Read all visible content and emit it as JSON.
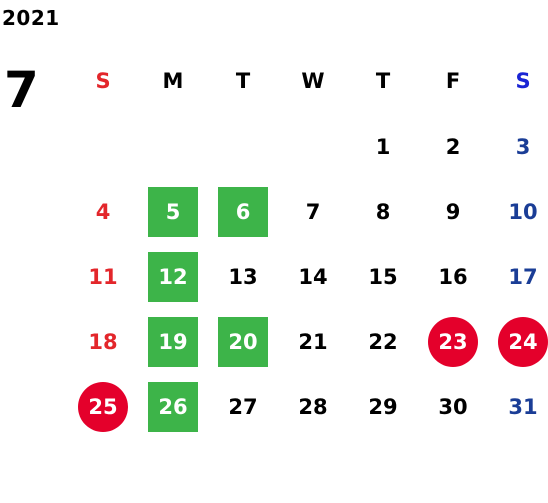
{
  "calendar": {
    "year": "2021",
    "month": "7",
    "weekdays": [
      "S",
      "M",
      "T",
      "W",
      "T",
      "F",
      "S"
    ],
    "colors": {
      "sunday": "#e3262b",
      "saturday": "#1a3d96",
      "saturday_header": "#1a24d4",
      "weekday": "#000000",
      "green_highlight": "#3db449",
      "red_holiday": "#e4002b",
      "highlight_text": "#ffffff"
    },
    "weeks": [
      [
        {
          "day": ""
        },
        {
          "day": ""
        },
        {
          "day": ""
        },
        {
          "day": ""
        },
        {
          "day": "1"
        },
        {
          "day": "2"
        },
        {
          "day": "3"
        }
      ],
      [
        {
          "day": "4"
        },
        {
          "day": "5",
          "mark": "green"
        },
        {
          "day": "6",
          "mark": "green"
        },
        {
          "day": "7"
        },
        {
          "day": "8"
        },
        {
          "day": "9"
        },
        {
          "day": "10"
        }
      ],
      [
        {
          "day": "11"
        },
        {
          "day": "12",
          "mark": "green"
        },
        {
          "day": "13"
        },
        {
          "day": "14"
        },
        {
          "day": "15"
        },
        {
          "day": "16"
        },
        {
          "day": "17"
        }
      ],
      [
        {
          "day": "18"
        },
        {
          "day": "19",
          "mark": "green"
        },
        {
          "day": "20",
          "mark": "green"
        },
        {
          "day": "21"
        },
        {
          "day": "22"
        },
        {
          "day": "23",
          "mark": "red-circle"
        },
        {
          "day": "24",
          "mark": "red-circle"
        }
      ],
      [
        {
          "day": "25",
          "mark": "red-circle"
        },
        {
          "day": "26",
          "mark": "green"
        },
        {
          "day": "27"
        },
        {
          "day": "28"
        },
        {
          "day": "29"
        },
        {
          "day": "30"
        },
        {
          "day": "31"
        }
      ]
    ]
  }
}
